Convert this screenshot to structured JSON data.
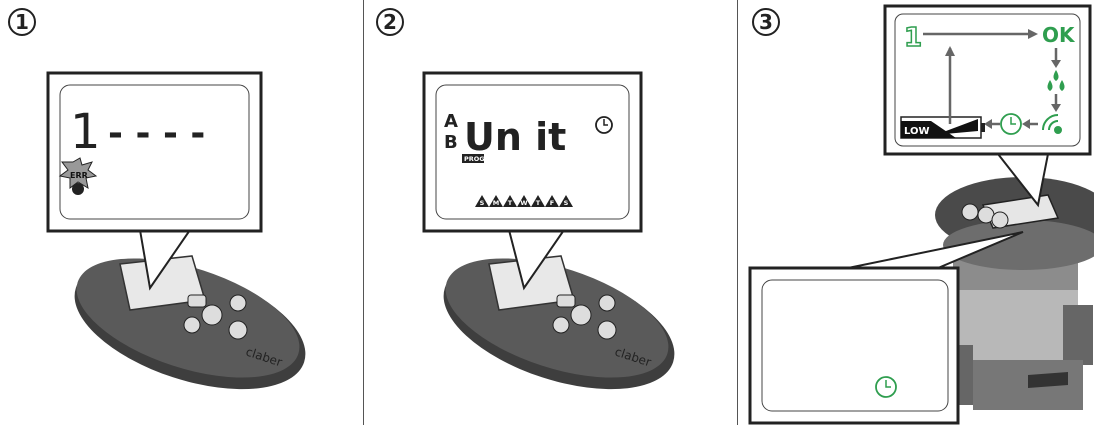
{
  "steps": [
    {
      "number": "1",
      "lcd_digit": "1",
      "lcd_dashes": "- - - -",
      "err_badge": "ERR"
    },
    {
      "number": "2",
      "lcd_ab_a": "A",
      "lcd_ab_b": "B",
      "lcd_prog": "PROG",
      "lcd_word": "Un it",
      "days": [
        "S",
        "M",
        "T",
        "W",
        "T",
        "F",
        "S"
      ]
    },
    {
      "number": "3",
      "flow_start": "1",
      "flow_ok": "OK",
      "battery_label": "LOW"
    }
  ],
  "remote": {
    "brand": "claber"
  },
  "colors": {
    "accent_green": "#2f9e4f",
    "ink": "#222222",
    "body_dark": "#4a4a4a"
  }
}
